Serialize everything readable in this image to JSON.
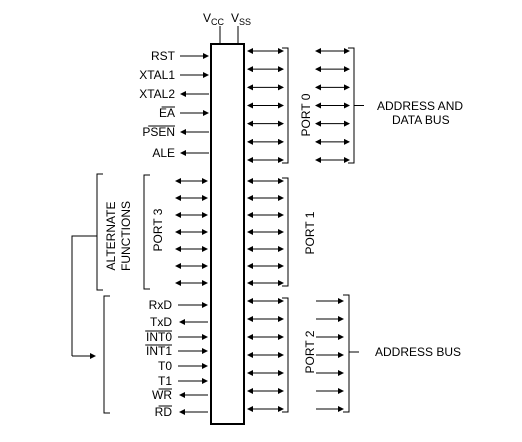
{
  "power": {
    "vcc_main": "V",
    "vcc_sub": "CC",
    "vss_main": "V",
    "vss_sub": "SS"
  },
  "left_inputs": [
    "RST",
    "XTAL1",
    "XTAL2",
    "EA",
    "PSEN",
    "ALE"
  ],
  "left_input_overline": [
    "EA",
    "PSEN"
  ],
  "port_labels": {
    "port0": "PORT 0",
    "port1": "PORT 1",
    "port2": "PORT 2",
    "port3": "PORT 3"
  },
  "alternate_functions": {
    "line1": "ALTERNATE",
    "line2": "FUNCTIONS"
  },
  "port3_pins": [
    "RxD",
    "TxD",
    "INT0",
    "INT1",
    "T0",
    "T1",
    "WR",
    "RD"
  ],
  "port3_overline": [
    "INT0",
    "INT1",
    "WR",
    "RD"
  ],
  "bus_labels": {
    "address_data_line1": "ADDRESS AND",
    "address_data_line2": "DATA BUS",
    "address": "ADDRESS BUS"
  }
}
